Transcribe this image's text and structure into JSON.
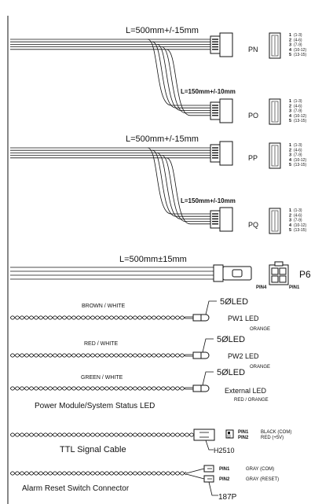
{
  "sata_group_1": {
    "length_long": "L=500mm+/-15mm",
    "length_short": "L=150mm+/-10mm",
    "connectors": [
      {
        "name": "PN",
        "pins": [
          {
            "n": "1",
            "r": "(1-3)"
          },
          {
            "n": "2",
            "r": "(4-6)"
          },
          {
            "n": "3",
            "r": "(7-9)"
          },
          {
            "n": "4",
            "r": "(10-12)"
          },
          {
            "n": "5",
            "r": "(13-15)"
          }
        ]
      },
      {
        "name": "PO",
        "pins": [
          {
            "n": "1",
            "r": "(1-3)"
          },
          {
            "n": "2",
            "r": "(4-6)"
          },
          {
            "n": "3",
            "r": "(7-9)"
          },
          {
            "n": "4",
            "r": "(10-12)"
          },
          {
            "n": "5",
            "r": "(13-15)"
          }
        ]
      }
    ]
  },
  "sata_group_2": {
    "length_long": "L=500mm+/-15mm",
    "length_short": "L=150mm+/-10mm",
    "connectors": [
      {
        "name": "PP",
        "pins": [
          {
            "n": "1",
            "r": "(1-3)"
          },
          {
            "n": "2",
            "r": "(4-6)"
          },
          {
            "n": "3",
            "r": "(7-9)"
          },
          {
            "n": "4",
            "r": "(10-12)"
          },
          {
            "n": "5",
            "r": "(13-15)"
          }
        ]
      },
      {
        "name": "PQ",
        "pins": [
          {
            "n": "1",
            "r": "(1-3)"
          },
          {
            "n": "2",
            "r": "(4-6)"
          },
          {
            "n": "3",
            "r": "(7-9)"
          },
          {
            "n": "4",
            "r": "(10-12)"
          },
          {
            "n": "5",
            "r": "(13-15)"
          }
        ]
      }
    ]
  },
  "p6": {
    "length": "L=500mm±15mm",
    "name": "P6",
    "pin4": "PIN4",
    "pin1": "PIN1"
  },
  "leds": [
    {
      "wire": "BROWN / WHITE",
      "led": "5ØLED",
      "name": "PW1 LED",
      "color": "ORANGE"
    },
    {
      "wire": "RED / WHITE",
      "led": "5ØLED",
      "name": "PW2 LED",
      "color": "ORANGE"
    },
    {
      "wire": "GREEN / WHITE",
      "led": "5ØLED",
      "name": "External LED",
      "color": "RED / ORANGE"
    }
  ],
  "led_section_title": "Power Module/System Status LED",
  "ttl": {
    "title": "TTL Signal Cable",
    "connector": "H2510",
    "pin1": "PIN1",
    "pin2": "PIN2",
    "pin1_desc": "BLACK (COM)",
    "pin2_desc": "RED (+5V)"
  },
  "alarm": {
    "title": "Alarm Reset Switch Connector",
    "connector": "187P",
    "pin1": "PIN1",
    "pin2": "PIN2",
    "pin1_desc": "GRAY (COM)",
    "pin2_desc": "GRAY (RESET)"
  },
  "colors": {
    "line": "#111111",
    "paper": "#ffffff"
  }
}
